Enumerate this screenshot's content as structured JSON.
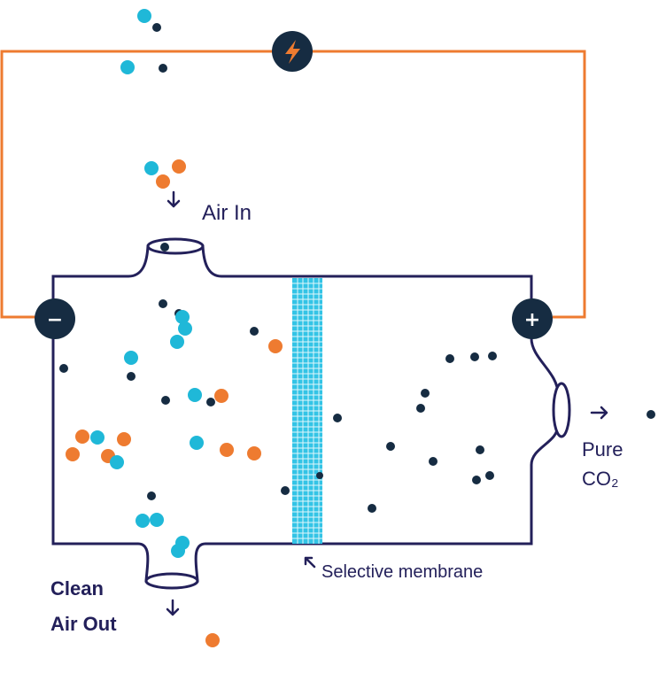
{
  "labels": {
    "air_in": "Air In",
    "clean_air_out_line1": "Clean",
    "clean_air_out_line2": "Air Out",
    "pure_co2_line1": "Pure",
    "pure_co2_line2": "CO₂",
    "membrane": "Selective membrane"
  },
  "terminals": {
    "negative": "−",
    "positive": "+"
  },
  "icons": {
    "power_source": "lightning-bolt-icon",
    "arrows": "arrow-icon"
  },
  "colors": {
    "outline": "#23205a",
    "wire": "#ee7b30",
    "cyan_particle": "#1fb8d8",
    "orange_particle": "#ee7b30",
    "dark_particle": "#162c42",
    "membrane": "#33c4e6"
  }
}
